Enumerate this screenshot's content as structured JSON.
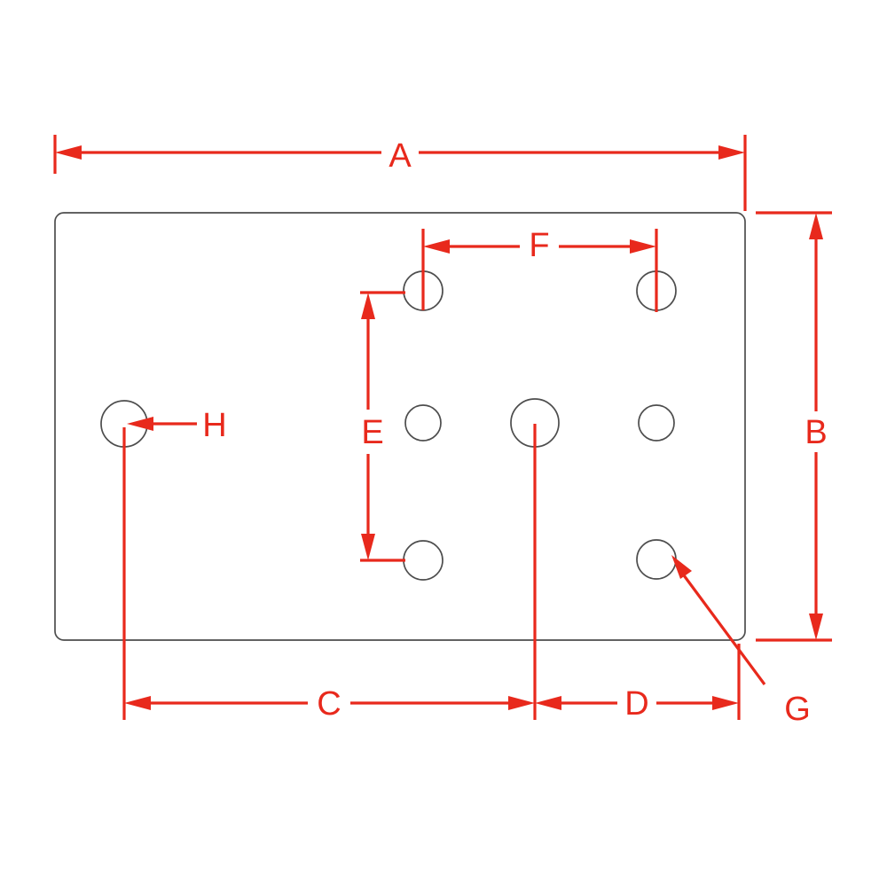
{
  "diagram": {
    "type": "technical-drawing",
    "description": "Rectangular mounting plate with eight holes and red dimension callouts",
    "colors": {
      "dimension": "#e8291c",
      "outline": "#4d4d4d",
      "background": "#ffffff"
    },
    "labels": {
      "A": "A",
      "B": "B",
      "C": "C",
      "D": "D",
      "E": "E",
      "F": "F",
      "G": "G",
      "H": "H"
    }
  }
}
